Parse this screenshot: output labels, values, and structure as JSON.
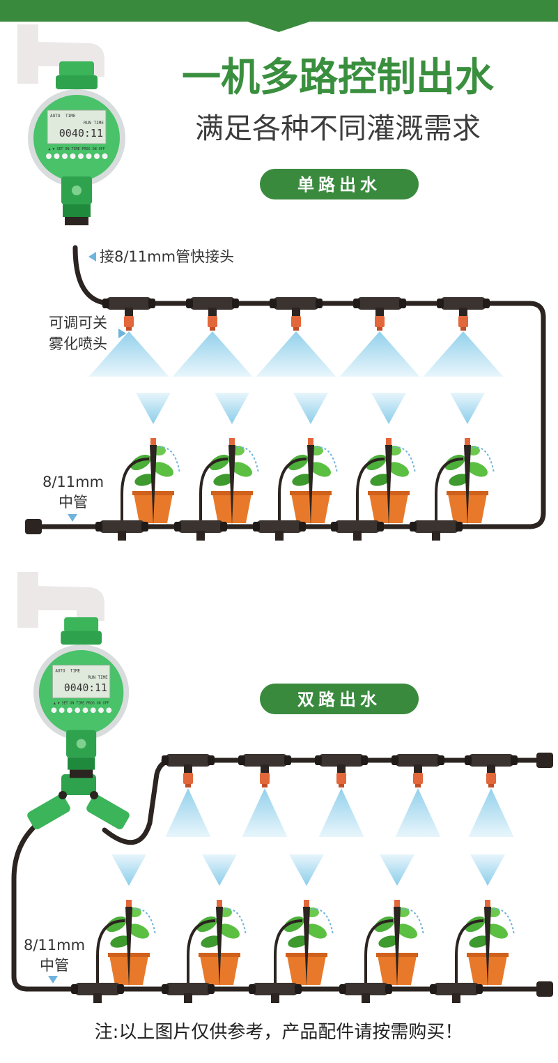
{
  "colors": {
    "brand_green": "#3a8a3e",
    "pipe": "#2b2420",
    "nozzle": "#e2673a",
    "spray": "#a9dcf0",
    "pot": "#e8792a",
    "timer_green": "#49c26a"
  },
  "header": {
    "title": "一机多路控制出水",
    "subtitle": "满足各种不同灌溉需求"
  },
  "timer": {
    "mode_auto": "AUTO",
    "mode_time": "TIME",
    "run_time_label": "RUN TIME",
    "display": "0040:11",
    "buttons": "▲ ▼ SET ON TIME PROG ON OFF"
  },
  "single": {
    "badge": "单路出水",
    "connector_label": "接8/11mm管快接头",
    "nozzle_label_line1": "可调可关",
    "nozzle_label_line2": "雾化喷头",
    "pipe_label_line1": "8/11mm",
    "pipe_label_line2": "中管"
  },
  "double": {
    "badge": "双路出水",
    "pipe_label_line1": "8/11mm",
    "pipe_label_line2": "中管"
  },
  "footer": {
    "note": "注:以上图片仅供参考，产品配件请按需购买！"
  }
}
